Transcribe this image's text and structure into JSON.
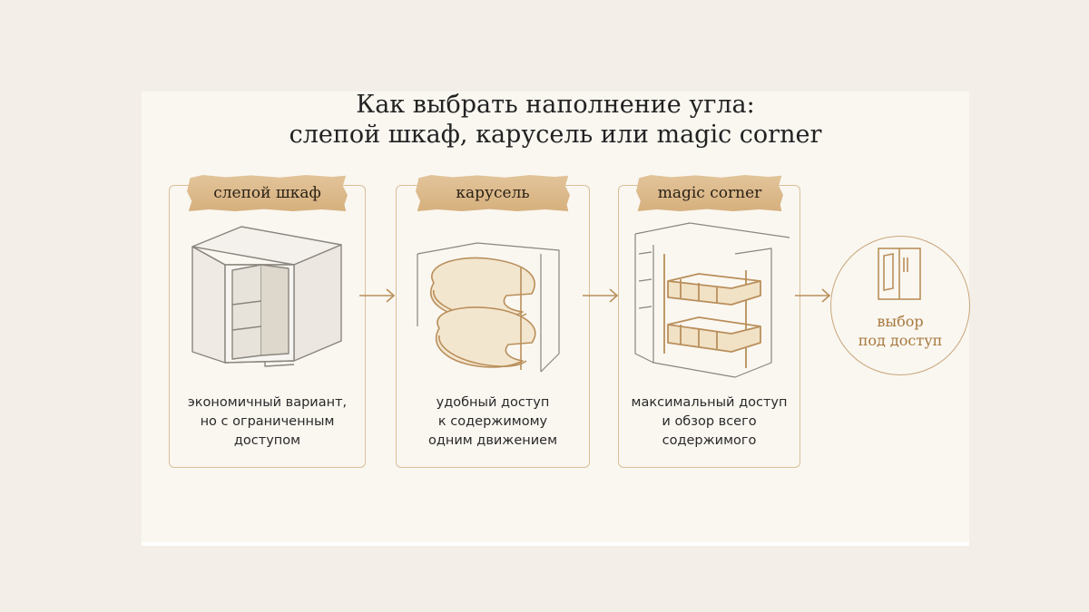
{
  "title": {
    "line1": "Как выбрать наполнение угла:",
    "line2": "слепой шкаф, карусель или magic corner"
  },
  "options": [
    {
      "label": "слепой шкаф",
      "description": [
        "экономичный вариант,",
        "но с ограниченным",
        "доступом"
      ]
    },
    {
      "label": "карусель",
      "description": [
        "удобный доступ",
        "к содержимому",
        "одним движением"
      ]
    },
    {
      "label": "magic corner",
      "description": [
        "максимальный доступ",
        "и обзор всего",
        "содержимого"
      ]
    }
  ],
  "result": {
    "line1": "выбор",
    "line2": "под доступ",
    "icon": "wardrobe-icon"
  },
  "colors": {
    "background": "#f3efe8",
    "panel": "#faf7f1",
    "accent": "#c9a67a",
    "tape": "#dcb98a",
    "result_text": "#a7783e"
  }
}
